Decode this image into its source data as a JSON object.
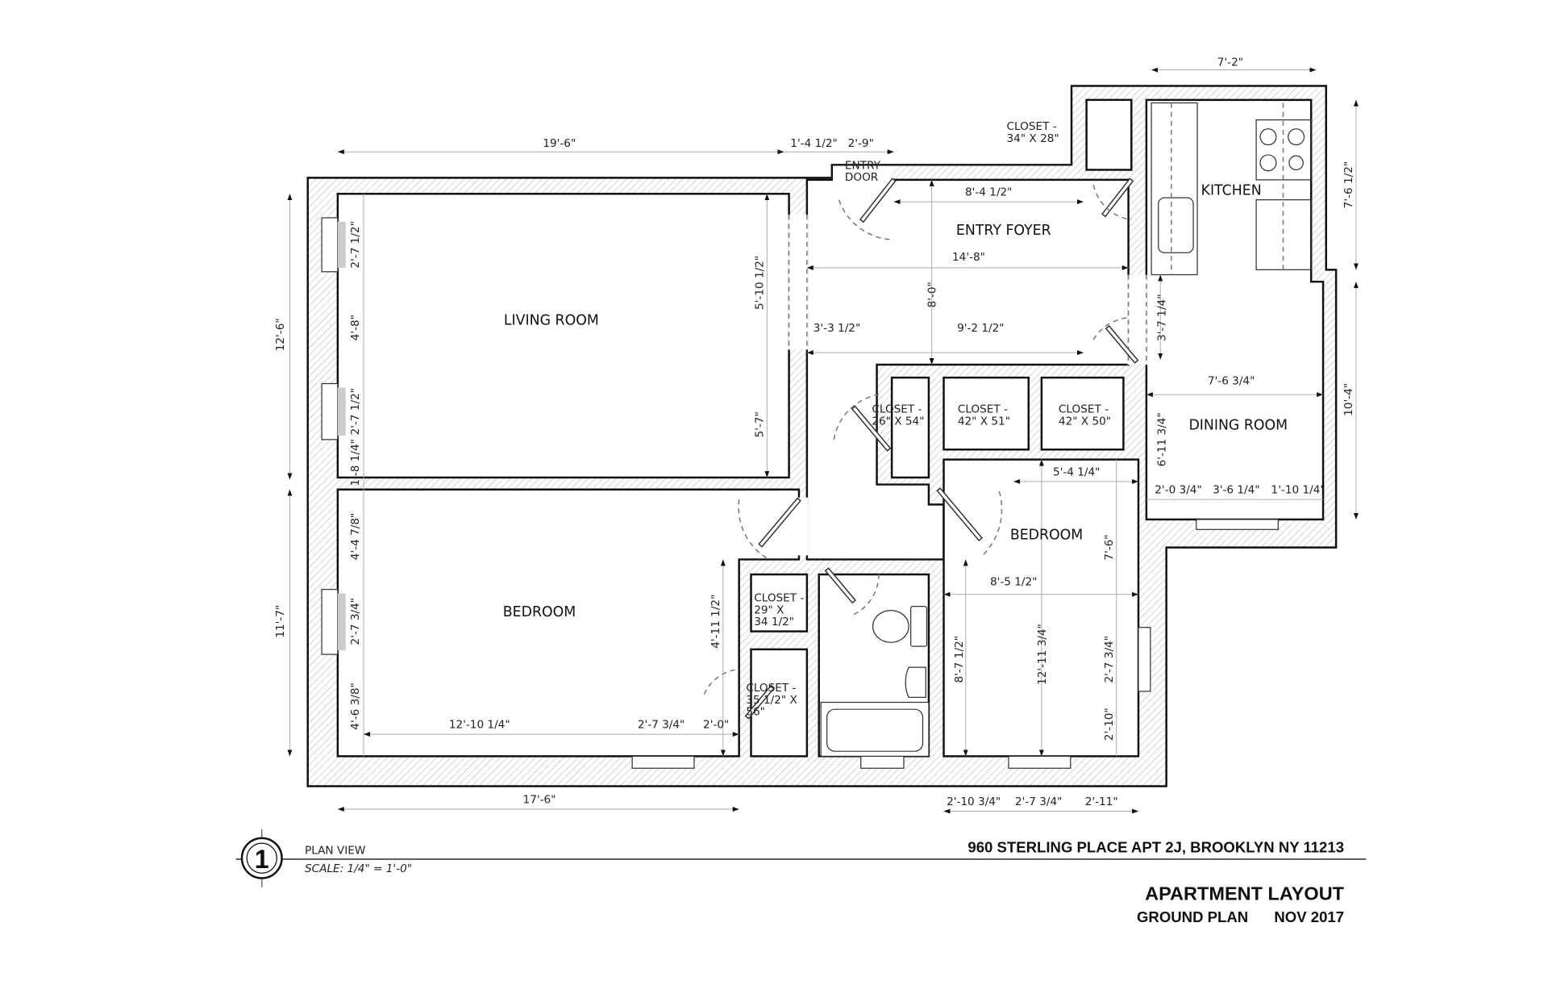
{
  "rooms": {
    "living_room": "LIVING ROOM",
    "entry_foyer": "ENTRY FOYER",
    "kitchen": "KITCHEN",
    "dining_room": "DINING ROOM",
    "bedroom_1": "BEDROOM",
    "bedroom_2": "BEDROOM",
    "entry_door": [
      "ENTRY",
      "DOOR"
    ],
    "closet_top": [
      "CLOSET -",
      "34\" X 28\""
    ],
    "closet_a": [
      "CLOSET -",
      "26\" X 54\""
    ],
    "closet_b": [
      "CLOSET -",
      "42\" X 51\""
    ],
    "closet_c": [
      "CLOSET -",
      "42\" X 50\""
    ],
    "closet_d": [
      "CLOSET -",
      "29\" X",
      "34 1/2\""
    ],
    "closet_e": [
      "CLOSET -",
      "35 1/2\" X",
      "56\""
    ]
  },
  "dims": [
    "19'-6\"",
    "1'-4 1/2\"",
    "2'-9\"",
    "7'-2\"",
    "8'-4 1/2\"",
    "14'-8\"",
    "8'-0\"",
    "3'-3 1/2\"",
    "9'-2 1/2\"",
    "7'-6 1/2\"",
    "10'-4\"",
    "3'-7 1/4\"",
    "7'-6 3/4\"",
    "6'-11 3/4\"",
    "2'-0 3/4\"",
    "3'-6 1/4\"",
    "1'-10 1/4\"",
    "12'-6\"",
    "2'-7 1/2\"",
    "4'-8\"",
    "2'-7 1/2\"",
    "1'-8 1/4\"",
    "5'-10 1/2\"",
    "5'-7\"",
    "5'-4 1/4\"",
    "7'-6\"",
    "8'-5 1/2\"",
    "12'-11 3/4\"",
    "8'-7 1/2\"",
    "2'-7 3/4\"",
    "2'-10\"",
    "11'-7\"",
    "4'-4 7/8\"",
    "2'-7 3/4\"",
    "4'-6 3/8\"",
    "4'-11 1/2\"",
    "12'-10 1/4\"",
    "2'-7 3/4\"",
    "2'-0\"",
    "17'-6\"",
    "2'-10 3/4\"",
    "2'-7 3/4\"",
    "2'-11\""
  ],
  "title_block": {
    "view_number": "1",
    "view_title": "PLAN VIEW",
    "scale": "SCALE: 1/4\" = 1'-0\"",
    "address": "960 STERLING PLACE APT 2J, BROOKLYN NY 11213",
    "sheet_title": "APARTMENT LAYOUT",
    "plan_name": "GROUND PLAN",
    "date": "NOV 2017"
  }
}
